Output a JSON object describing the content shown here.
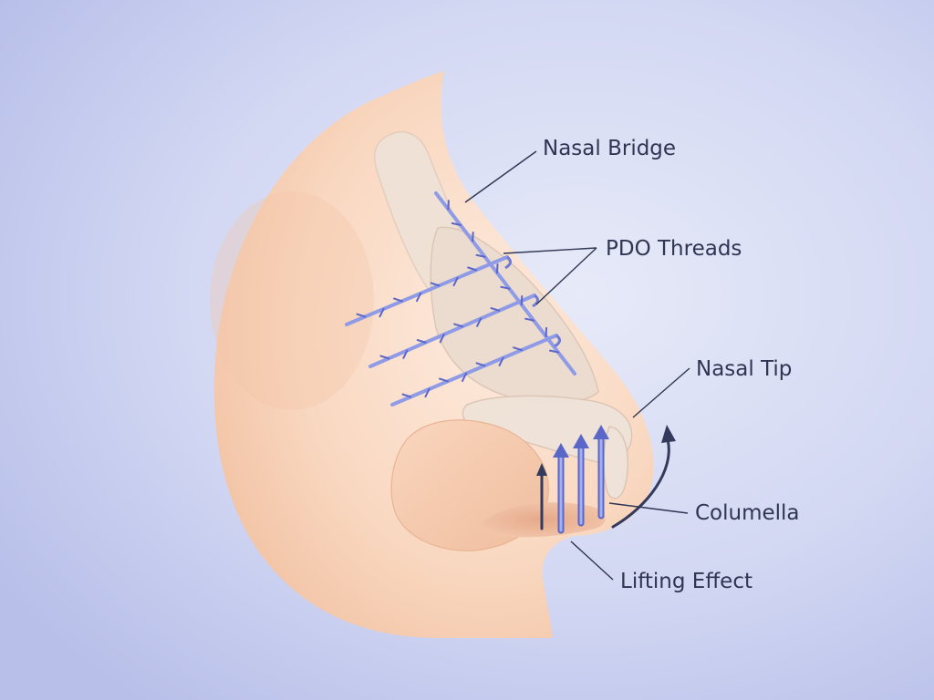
{
  "labels": {
    "nasal_bridge": "Nasal Bridge",
    "pdo_threads": "PDO Threads",
    "nasal_tip": "Nasal Tip",
    "columella": "Columella",
    "lifting_effect": "Lifting Effect"
  },
  "colors": {
    "background_center": "#e6e9f8",
    "background_edge": "#b9c0ea",
    "skin_light": "#fce7d8",
    "skin_mid": "#f8d1b6",
    "skin_shadow": "#eab394",
    "cartilage": "#ece0d4",
    "thread": "#8f9be6",
    "thread_dark": "#5a66c8",
    "arrow_dark": "#333a5c",
    "leader_line": "#2f3552"
  }
}
